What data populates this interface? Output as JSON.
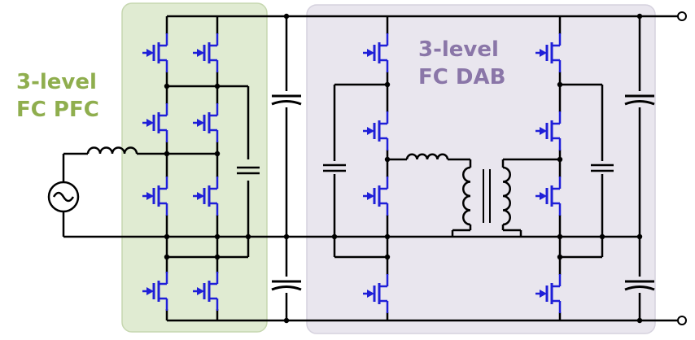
{
  "labels": {
    "pfc_line1": "3-level",
    "pfc_line2": "FC PFC",
    "dab_line1": "3-level",
    "dab_line2": "FC DAB"
  },
  "colors": {
    "pfc_region": "#e0ebd2",
    "pfc_region_border": "#c6d7b0",
    "dab_region": "#e9e6ee",
    "dab_region_border": "#d6d2de",
    "pfc_text": "#8fae4e",
    "dab_text": "#8a76a8",
    "switch": "#1f1fd8",
    "wire": "#000000"
  },
  "components": {
    "source": "ac-voltage-source-icon",
    "switch": "mosfet-switch-icon",
    "capacitor": "capacitor-icon",
    "inductor": "inductor-icon",
    "transformer": "transformer-icon",
    "terminal": "output-terminal-icon"
  }
}
